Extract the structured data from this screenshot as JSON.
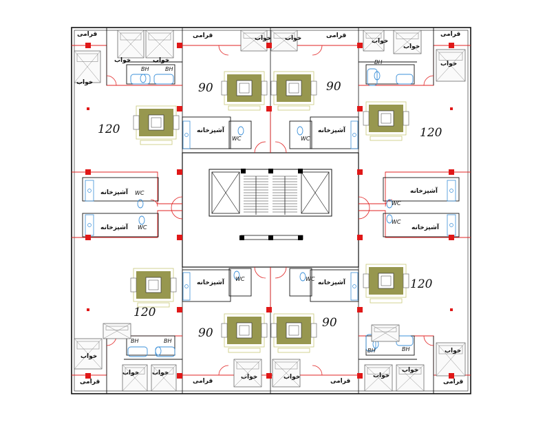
{
  "plan": {
    "room_labels": {
      "bedroom": "خواب",
      "reception": "قرامی",
      "kitchen": "آشپزخانه",
      "wc": "WC",
      "bath": "BH"
    },
    "units": [
      {
        "id": "NW",
        "area": "120"
      },
      {
        "id": "N-left",
        "area": "90"
      },
      {
        "id": "N-right",
        "area": "90"
      },
      {
        "id": "NE",
        "area": "120"
      },
      {
        "id": "SW",
        "area": "120"
      },
      {
        "id": "S-left",
        "area": "90"
      },
      {
        "id": "S-right",
        "area": "90"
      },
      {
        "id": "SE",
        "area": "120"
      }
    ],
    "colors": {
      "wall": "#111111",
      "redline": "#e02020",
      "column": "#e01818",
      "furniture": "#8c8c3c",
      "furniture_outline": "#c8c878",
      "fixture": "#3a8fd8",
      "stair": "#222222"
    }
  }
}
